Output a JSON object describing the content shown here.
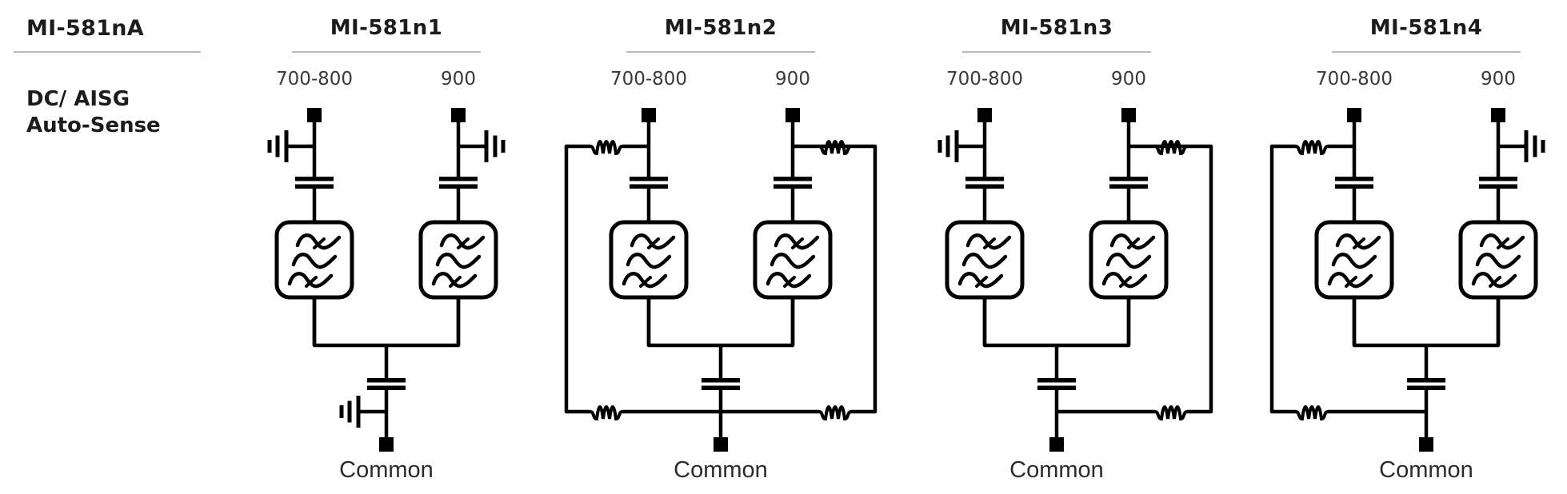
{
  "header": {
    "series": "MI-581nA",
    "features": [
      "DC/ AISG",
      "Auto-Sense"
    ]
  },
  "colors": {
    "background": "#ffffff",
    "line": "#000000",
    "heading_text": "#1c1c1c",
    "port_label_text": "#3a3a3a",
    "common_label_text": "#2b2b2b",
    "divider": "#bababa"
  },
  "circuits": [
    {
      "title": "MI-581n1",
      "ports": [
        {
          "label": "700-800",
          "filter": "band-pass",
          "dc_block_capacitor": true,
          "dc_termination": "ground"
        },
        {
          "label": "900",
          "filter": "band-pass",
          "dc_block_capacitor": true,
          "dc_termination": "ground"
        }
      ],
      "common": {
        "label": "Common",
        "dc_block_capacitor": true,
        "dc_termination": "ground"
      }
    },
    {
      "title": "MI-581n2",
      "ports": [
        {
          "label": "700-800",
          "filter": "band-pass",
          "dc_block_capacitor": true,
          "dc_termination": "choke_to_common"
        },
        {
          "label": "900",
          "filter": "band-pass",
          "dc_block_capacitor": true,
          "dc_termination": "choke_to_common"
        }
      ],
      "common": {
        "label": "Common",
        "dc_block_capacitor": true,
        "dc_termination": "none"
      }
    },
    {
      "title": "MI-581n3",
      "ports": [
        {
          "label": "700-800",
          "filter": "band-pass",
          "dc_block_capacitor": true,
          "dc_termination": "ground"
        },
        {
          "label": "900",
          "filter": "band-pass",
          "dc_block_capacitor": true,
          "dc_termination": "choke_to_common"
        }
      ],
      "common": {
        "label": "Common",
        "dc_block_capacitor": true,
        "dc_termination": "none"
      }
    },
    {
      "title": "MI-581n4",
      "ports": [
        {
          "label": "700-800",
          "filter": "band-pass",
          "dc_block_capacitor": true,
          "dc_termination": "choke_to_common"
        },
        {
          "label": "900",
          "filter": "band-pass",
          "dc_block_capacitor": true,
          "dc_termination": "ground"
        }
      ],
      "common": {
        "label": "Common",
        "dc_block_capacitor": true,
        "dc_termination": "none"
      }
    }
  ]
}
